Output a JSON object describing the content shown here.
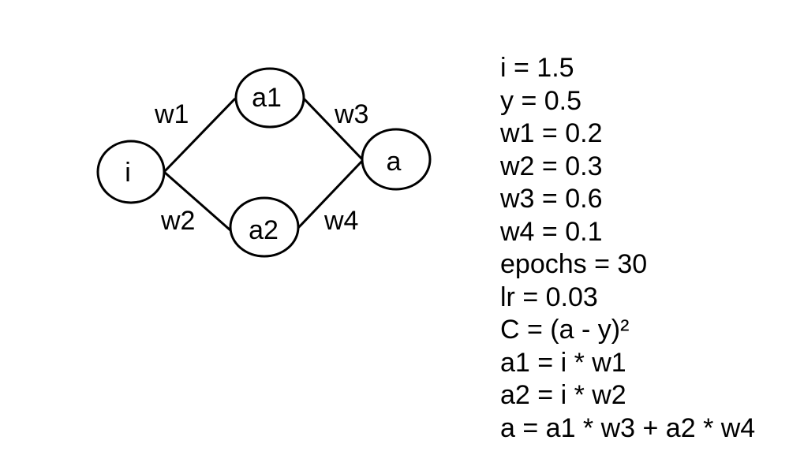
{
  "diagram": {
    "nodes": {
      "i": "i",
      "a1": "a1",
      "a2": "a2",
      "a": "a"
    },
    "edges": {
      "w1": "w1",
      "w2": "w2",
      "w3": "w3",
      "w4": "w4"
    }
  },
  "equations": [
    "i = 1.5",
    "y = 0.5",
    "w1 = 0.2",
    "w2 = 0.3",
    "w3 = 0.6",
    "w4 = 0.1",
    "epochs = 30",
    "lr = 0.03",
    "C = (a - y)²",
    "a1 = i * w1",
    "a2 = i * w2",
    "a = a1 * w3 + a2 * w4"
  ]
}
